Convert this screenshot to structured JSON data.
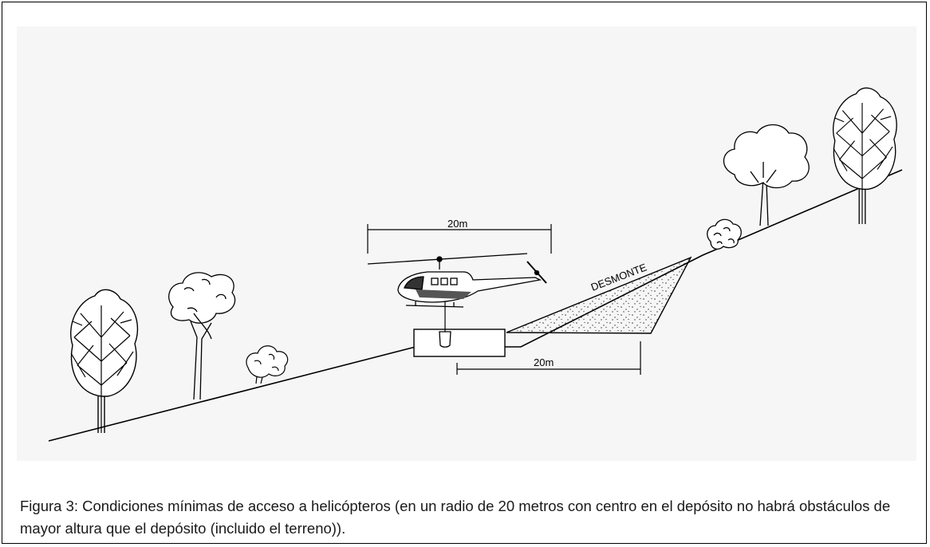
{
  "figure": {
    "caption": "Figura 3: Condiciones mínimas de acceso a helicópteros (en un radio de 20 metros con centro en el depósito no habrá obstáculos de mayor altura que el depósito (incluido el terreno)).",
    "labels": {
      "rotor_dimension": "20m",
      "ground_dimension": "20m",
      "cut_area": "DESMONTE"
    }
  }
}
